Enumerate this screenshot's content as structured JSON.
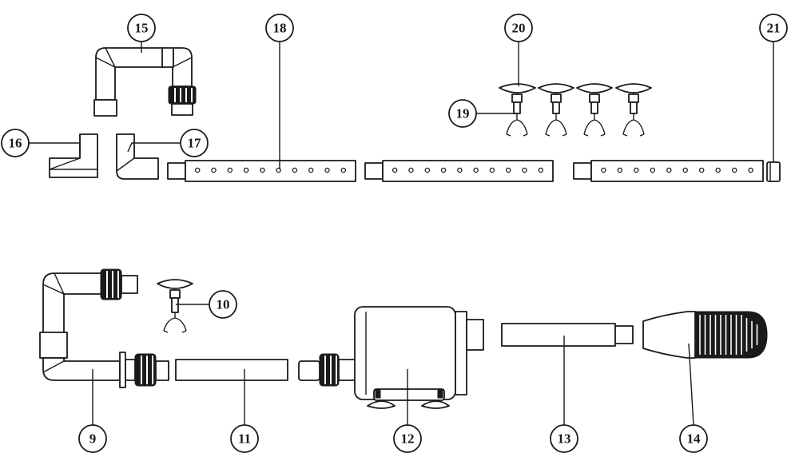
{
  "callouts": {
    "c9": "9",
    "c10": "10",
    "c11": "11",
    "c12": "12",
    "c13": "13",
    "c14": "14",
    "c15": "15",
    "c16": "16",
    "c17": "17",
    "c18": "18",
    "c19": "19",
    "c20": "20",
    "c21": "21"
  }
}
